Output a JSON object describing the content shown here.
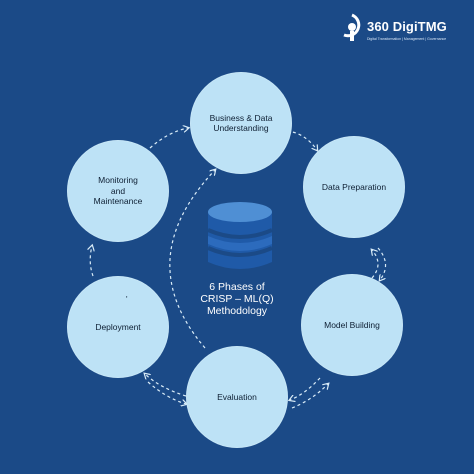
{
  "brand": {
    "name": "360 DigiTMG",
    "tagline": "Digital Transformation | Management | Governance"
  },
  "center": {
    "line1": "6 Phases of",
    "line2": "CRISP – ML(Q)",
    "line3": "Methodology"
  },
  "phases": [
    {
      "id": "business",
      "label": "Business & Data\nUnderstanding"
    },
    {
      "id": "prep",
      "label": "Data Preparation"
    },
    {
      "id": "model",
      "label": "Model Building"
    },
    {
      "id": "eval",
      "label": "Evaluation"
    },
    {
      "id": "deploy",
      "label": "Deployment"
    },
    {
      "id": "monitor",
      "label": "Monitoring\nand\nMaintenance"
    }
  ],
  "stray_mark": "'",
  "colors": {
    "background": "#1b4a87",
    "node_fill": "#bde2f6",
    "node_text": "#0e1f33",
    "arrow": "#d9ecf8",
    "db_dark": "#1f5aa8",
    "db_light": "#4f8fd4"
  }
}
